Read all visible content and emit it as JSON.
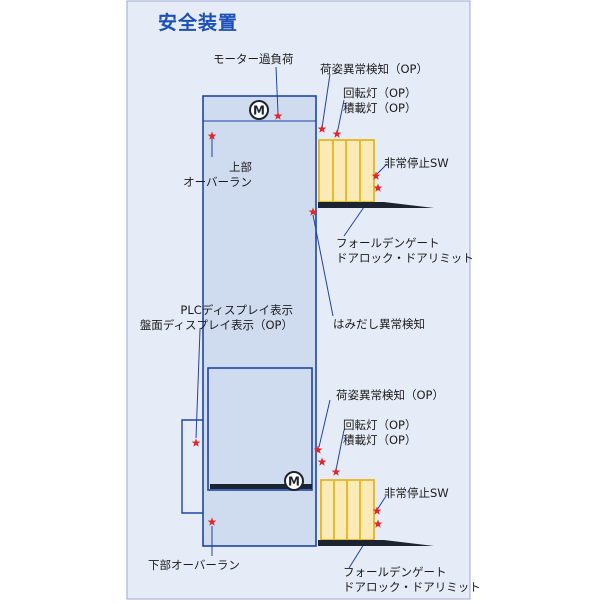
{
  "title": "安全装置",
  "motor_symbol": "M",
  "labels": {
    "motor_overload": "モーター過負荷",
    "upper_overrun_1": "上部",
    "upper_overrun_2": "オーバーラン",
    "plc_display_1": "PLCディスプレイ表示",
    "plc_display_2": "盤面ディスプレイ表示（OP）",
    "protrusion_detect": "はみだし異常検知",
    "lower_overrun": "下部オーバーラン",
    "upper_landing": {
      "load_posture": "荷姿異常検知（OP）",
      "beacon_1": "回転灯（OP）",
      "beacon_2": "積載灯（OP）",
      "emergency_stop": "非常停止SW",
      "fall_gate_1": "フォールデンゲート",
      "fall_gate_2": "ドアロック・ドアリミット"
    },
    "lower_landing": {
      "load_posture": "荷姿異常検知（OP）",
      "beacon_1": "回転灯（OP）",
      "beacon_2": "積載灯（OP）",
      "emergency_stop": "非常停止SW",
      "fall_gate_1": "フォールデンゲート",
      "fall_gate_2": "ドアロック・ドアリミット"
    }
  },
  "colors": {
    "panel_bg": "#e6ecf7",
    "panel_border": "#99a9d0",
    "shaft_fill": "#cfdcf0",
    "shaft_stroke": "#1f44a6",
    "gate_fill": "#fbe9b6",
    "gate_stroke": "#e6b520",
    "star": "#e3262b",
    "title": "#1d4fb8"
  }
}
